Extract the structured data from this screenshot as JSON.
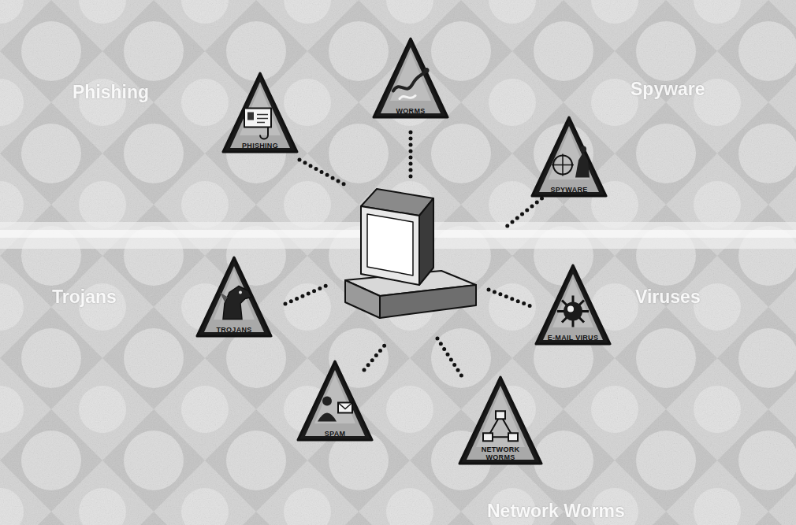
{
  "diagram": {
    "nodes": [
      {
        "text": [
          "WORMS"
        ]
      },
      {
        "text": [
          "PHISHING"
        ]
      },
      {
        "text": [
          "SPYWARE"
        ]
      },
      {
        "text": [
          "TROJANS"
        ]
      },
      {
        "text": [
          "E-MAIL VIRUS"
        ]
      },
      {
        "text": [
          "SPAM"
        ]
      },
      {
        "text": [
          "NETWORK WORMS"
        ]
      }
    ],
    "labels": [
      "Phishing",
      "Spyware",
      "Trojans",
      "Viruses",
      "Network Worms"
    ]
  }
}
